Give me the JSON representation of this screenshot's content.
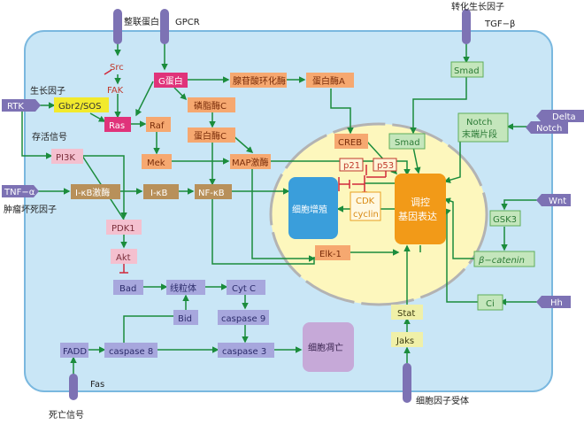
{
  "receptors": {
    "integrin": "整联蛋白",
    "gpcr": "GPCR",
    "tgf_label": "转化生长因子",
    "tgf": "TGF−β",
    "rtk": "RTK",
    "growth_factor": "生长因子",
    "survival_signal": "存活信号",
    "tnf": "TNF−α",
    "tnf_label": "肿瘤坏死因子",
    "delta": "Delta",
    "notch": "Notch",
    "wnt": "Wnt",
    "hh": "Hh",
    "fas": "Fas",
    "death_signal": "死亡信号",
    "cytokine_receptor": "细胞因子受体"
  },
  "nodes": {
    "src": "Src",
    "fak": "FAK",
    "g_protein": "G蛋白",
    "adenylyl_cyclase": "腺苷酸环化酶",
    "pka": "蛋白酶A",
    "gbr2_sos": "Gbr2/SOS",
    "ras": "Ras",
    "raf": "Raf",
    "plc": "磷脂酶C",
    "pkc": "蛋白酶C",
    "mek": "Mek",
    "mapk": "MAP激酶",
    "pi3k": "PI3K",
    "ikk": "I-κB激酶",
    "ikb": "I-κB",
    "nfkb": "NF-κB",
    "pdk1": "PDK1",
    "akt": "Akt",
    "bad": "Bad",
    "mito": "线粒体",
    "cytc": "Cyt C",
    "bid": "Bid",
    "casp9": "caspase 9",
    "fadd": "FADD",
    "casp8": "caspase 8",
    "casp3": "caspase 3",
    "apoptosis": "细胞凋亡",
    "smad_out": "Smad",
    "notch_ic": "Notch\n末端片段",
    "gsk3": "GSK3",
    "bcatenin": "β−catenin",
    "ci": "Ci",
    "stat": "Stat",
    "jaks": "Jaks",
    "creb": "CREB",
    "smad_in": "Smad",
    "p21": "p21",
    "p53": "p53",
    "cdk": "CDK",
    "cyclin": "cyclin",
    "proliferation": "细胞增殖",
    "gene_expr": "调控\n基因表达",
    "elk1": "Elk-1"
  },
  "colors": {
    "cell_fill": "#c9e6f6",
    "cell_border": "#7ab8df",
    "nucleus_fill": "#fdf7bd",
    "nucleus_border": "#b0b0b0",
    "receptor": "#7d72b4",
    "arrow": "#1b8c3c",
    "inhibit": "#d0283a",
    "orange_box": "#f6a870",
    "orange_text": "#7a2d0a",
    "brown_box": "#b8905a",
    "green_box": "#c4e6bc",
    "green_text": "#2c7a36",
    "pink_box": "#f4c0cf",
    "purple_box": "#a7a7dd",
    "gene_box": "#f29a18",
    "prolif_box": "#3a9edb",
    "apoptosis_box": "#c6a9d8",
    "stat_box": "#f0f0a8",
    "ras_box": "#e0337a",
    "gprot_box": "#e0337a",
    "gbr_box": "#f2ea2c"
  }
}
